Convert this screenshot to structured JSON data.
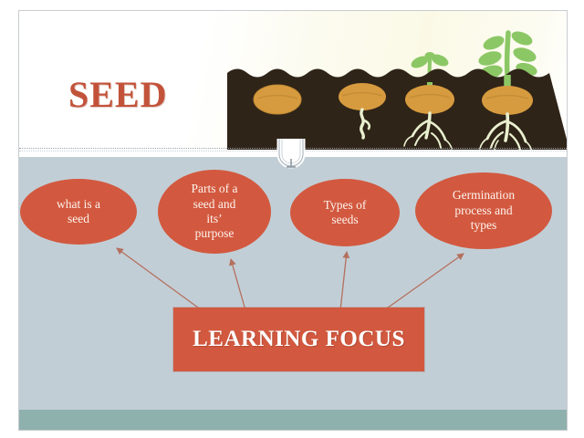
{
  "slide": {
    "title": "SEED",
    "header_illustration": {
      "name": "seed-germination-stages-illustration",
      "stages": [
        "buried seed",
        "seed with emerging radicle",
        "seedling with two leaves and roots",
        "young plant with multiple leaves and roots"
      ],
      "soil_color": "#2f2418",
      "seed_color": "#d79b3f",
      "sprout_color": "#7fc161",
      "root_color": "#eef3d8",
      "sky_color": "#fbf9e6"
    },
    "divider_ornament": "circle-ring-ornament",
    "topics": [
      {
        "label": "what is a\nseed"
      },
      {
        "label": "Parts of a\nseed and\nits’\npurpose"
      },
      {
        "label": "Types of\nseeds"
      },
      {
        "label": "Germination\nprocess and\ntypes"
      }
    ],
    "focus": {
      "label": "LEARNING FOCUS"
    },
    "arrows": [
      {
        "from": "learning-focus-box",
        "to": "topic-what-is-a-seed"
      },
      {
        "from": "learning-focus-box",
        "to": "topic-parts-of-a-seed"
      },
      {
        "from": "learning-focus-box",
        "to": "topic-types-of-seeds"
      },
      {
        "from": "learning-focus-box",
        "to": "topic-germination-process"
      }
    ],
    "colors": {
      "accent": "#d2593f",
      "title": "#c2533a",
      "body_background": "#c2ced6",
      "footer_strip": "#8fb1ae",
      "header_background": "#fbf9e6",
      "text_on_accent": "#fdf3ee"
    }
  }
}
